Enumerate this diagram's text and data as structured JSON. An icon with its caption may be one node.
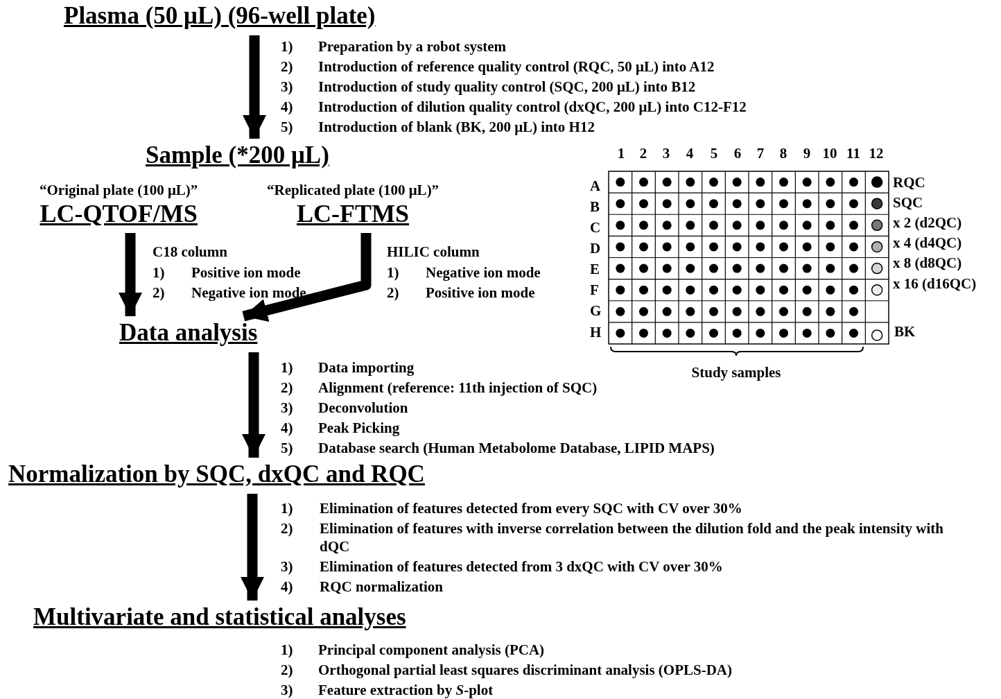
{
  "diagram": {
    "nodes": [
      {
        "text": [
          "Plasma (50 μL) (96-well plate)"
        ]
      },
      {
        "text": [
          "Sample (*200 μL)"
        ]
      },
      {
        "text": [
          "“Original plate (100 μL)”",
          "LC-QTOF/MS"
        ]
      },
      {
        "text": [
          "“Replicated plate (100 μL)”",
          "LC-FTMS"
        ]
      },
      {
        "text": [
          "Data analysis"
        ]
      },
      {
        "text": [
          "Normalization by SQC, dxQC and RQC"
        ]
      },
      {
        "text": [
          "Multivariate and statistical analyses"
        ]
      }
    ],
    "edges": [
      {
        "from": 0,
        "to": 1,
        "arrow": "to"
      },
      {
        "from": 2,
        "to": 4,
        "arrow": "to"
      },
      {
        "from": 3,
        "to": 4,
        "arrow": "to"
      },
      {
        "from": 4,
        "to": 5,
        "arrow": "to"
      },
      {
        "from": 5,
        "to": 6,
        "arrow": "to"
      }
    ],
    "labels": [
      "1)",
      "Preparation by a robot system",
      "2)",
      "Introduction of reference quality control (RQC, 50 μL) into A12",
      "3)",
      "Introduction of study quality control (SQC, 200 μL) into B12",
      "4)",
      "Introduction of dilution quality control (dxQC, 200 μL) into C12-F12",
      "5)",
      "Introduction of blank (BK, 200 μL) into H12",
      "C18 column",
      "1)",
      "Positive ion mode",
      "2)",
      "Negative ion mode",
      "HILIC column",
      "1)",
      "Negative ion mode",
      "2)",
      "Positive ion mode",
      "1",
      "2",
      "3",
      "4",
      "5",
      "6",
      "7",
      "8",
      "9",
      "10",
      "11",
      "12",
      "A",
      "B",
      "C",
      "D",
      "E",
      "F",
      "G",
      "H",
      "RQC",
      "SQC",
      "x 2 (d2QC)",
      "x 4 (d4QC)",
      "x 8 (d8QC)",
      "x 16 (d16QC)",
      "BK",
      "1)",
      "Data importing",
      "Study samples",
      "2)",
      "Alignment (reference: 11th injection of SQC)",
      "3)",
      "Deconvolution",
      "4)",
      "Peak Picking",
      "5)",
      "Database search (Human Metabolome Database, LIPID MAPS)",
      "1)",
      "Elimination of features detected from every SQC with CV over 30%",
      "2)",
      "Elimination of features with inverse correlation between the dilution fold and the peak intensity with dQC",
      "3)",
      "Elimination of features detected from 3 dxQC with CV over 30%",
      "4)",
      "RQC normalization",
      "1)",
      "Principal component analysis (PCA)",
      "2)",
      "Orthogonal partial least squares discriminant analysis (OPLS-DA)",
      "3)",
      "Feature extraction by *S*-plot"
    ]
  }
}
